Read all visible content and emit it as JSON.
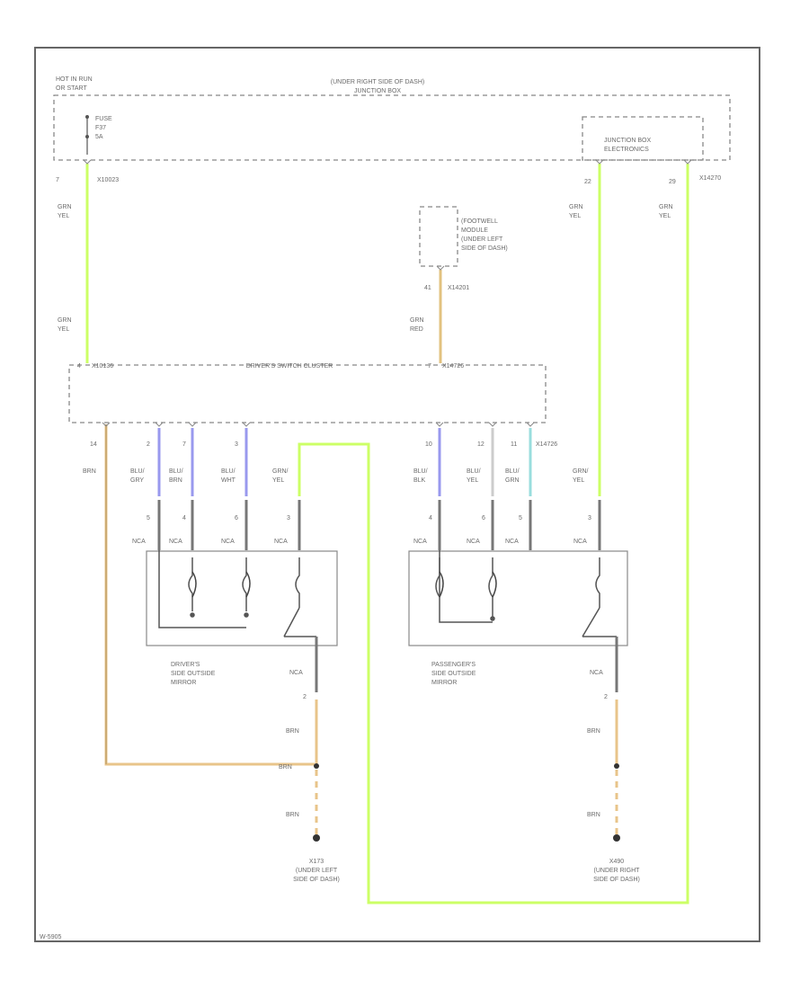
{
  "header": {
    "hot_label_1": "HOT IN RUN",
    "hot_label_2": "OR START",
    "junction_box_label_1": "(UNDER RIGHT SIDE OF DASH)",
    "junction_box_label_2": "JUNCTION BOX",
    "fuse_1": "FUSE",
    "fuse_2": "F37",
    "fuse_3": "5A",
    "elec_box_1": "JUNCTION BOX",
    "elec_box_2": "ELECTRONICS"
  },
  "pins": {
    "fuse_pin": "7",
    "fuse_conn": "X10023",
    "jb_pin_a": "22",
    "jb_pin_b": "29",
    "jb_conn": "X14270",
    "footwell_pin": "41",
    "footwell_conn": "X14201",
    "cluster_pin_left": "4",
    "cluster_conn_left": "X10136",
    "cluster_pin_right": "7",
    "cluster_conn_right": "X14726"
  },
  "wires": {
    "grn_yel_top_left": [
      "GRN",
      "YEL"
    ],
    "grn_yel_mid_left": [
      "GRN",
      "YEL"
    ],
    "grn_yel_jb_a": [
      "GRN",
      "YEL"
    ],
    "grn_yel_jb_b": [
      "GRN",
      "YEL"
    ],
    "grn_red": [
      "GRN",
      "RED"
    ]
  },
  "footwell": {
    "line1": "(FOOTWELL",
    "line2": "MODULE",
    "line3": "(UNDER LEFT",
    "line4": "SIDE OF DASH)"
  },
  "cluster": {
    "title": "DRIVER'S SWITCH CLUSTER",
    "pins": [
      "14",
      "2",
      "7",
      "3",
      "10",
      "12",
      "11"
    ],
    "pin_conn": "X14726"
  },
  "mirror_wires": {
    "left": [
      {
        "c1": "BRN",
        "c2": ""
      },
      {
        "c1": "BLU/",
        "c2": "GRY"
      },
      {
        "c1": "BLU/",
        "c2": "BRN"
      },
      {
        "c1": "BLU/",
        "c2": "WHT"
      },
      {
        "c1": "GRN/",
        "c2": "YEL"
      }
    ],
    "right": [
      {
        "c1": "BLU/",
        "c2": "BLK"
      },
      {
        "c1": "BLU/",
        "c2": "YEL"
      },
      {
        "c1": "BLU/",
        "c2": "GRN"
      },
      {
        "c1": "GRN/",
        "c2": "YEL"
      }
    ]
  },
  "mirror_pins": {
    "left": [
      "5",
      "4",
      "6",
      "3"
    ],
    "right": [
      "4",
      "6",
      "5",
      "3"
    ],
    "nca": "NCA",
    "ground_pin": "2"
  },
  "mirrors": {
    "driver": [
      "DRIVER'S",
      "SIDE OUTSIDE",
      "MIRROR"
    ],
    "passenger": [
      "PASSENGER'S",
      "SIDE OUTSIDE",
      "MIRROR"
    ]
  },
  "grounds": {
    "wire": "BRN",
    "left": [
      "X173",
      "(UNDER LEFT",
      "SIDE OF DASH)"
    ],
    "right": [
      "X490",
      "(UNDER RIGHT",
      "SIDE OF DASH)"
    ]
  },
  "footer": "W-5905",
  "colors": {
    "grn_yel": "#ccff66",
    "grn_red": "#e2c27f",
    "brn": "#e8c48a",
    "blu_1": "#9999ee",
    "blu_2": "#88bbee",
    "blu_3": "#99dddd",
    "grey_wire": "#8a8a8a",
    "frame": "#555555",
    "dash": "#8a8a8a"
  }
}
